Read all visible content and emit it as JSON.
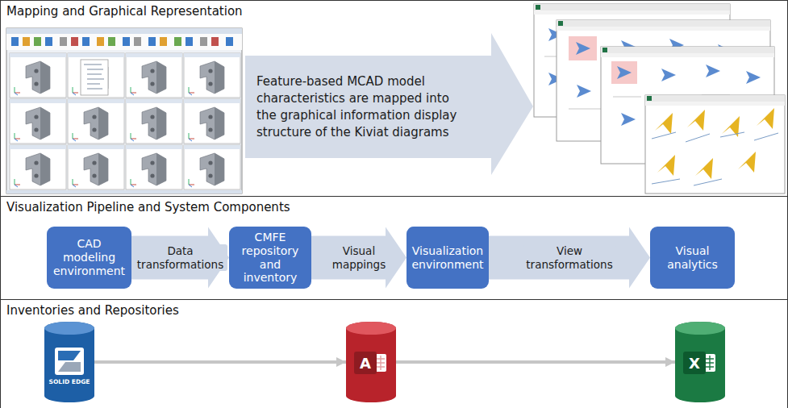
{
  "diagram": {
    "nodes": [
      {
        "text": [
          "Mapping and Graphical Representation"
        ]
      },
      {
        "text": [
          "Feature-based MCAD model characteristics are mapped into the graphical information display structure of the Kiviat diagrams"
        ],
        "in": 0
      },
      {
        "text": [
          "Visualization Pipeline and System Components"
        ]
      },
      {
        "text": [
          "CAD modeling environment"
        ],
        "in": 2
      },
      {
        "text": [
          "CMFE repository and inventory"
        ],
        "in": 2
      },
      {
        "text": [
          "Visualization environment"
        ],
        "in": 2
      },
      {
        "text": [
          "Visual analytics"
        ],
        "in": 2
      },
      {
        "text": [
          "Inventories and Repositories"
        ]
      },
      {
        "text": [
          "SOLID EDGE"
        ],
        "in": 7
      },
      {
        "text": [
          "A"
        ],
        "in": 7
      },
      {
        "text": [
          "X"
        ],
        "in": 7
      }
    ],
    "edges": [
      {
        "from": 3,
        "to": 4,
        "label": "Data transformations",
        "arrow": "to"
      },
      {
        "from": 4,
        "to": 5,
        "label": "Visual mappings",
        "arrow": "to"
      },
      {
        "from": 5,
        "to": 6,
        "label": "View transformations",
        "arrow": "to"
      },
      {
        "from": 8,
        "to": 9,
        "arrow": "to"
      },
      {
        "from": 9,
        "to": 10,
        "arrow": "to"
      }
    ]
  }
}
